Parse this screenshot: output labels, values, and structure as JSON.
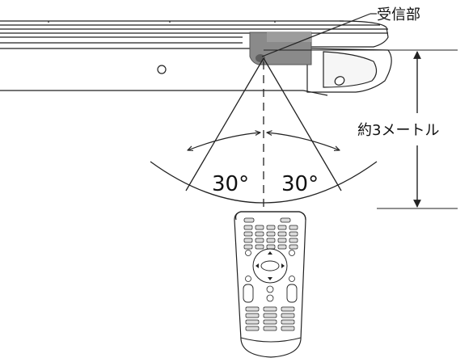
{
  "labels": {
    "receiver": "受信部",
    "distance": "約3メートル",
    "angle_left": "30°",
    "angle_right": "30°"
  },
  "colors": {
    "line": "#222222",
    "sensor_fill": "#8a8a8a",
    "remote_body": "#ffffff",
    "remote_button": "#dcdcdc"
  },
  "icons": {
    "receiver_pointer": "leader-line",
    "distance_arrow": "double-arrow-vertical",
    "angle_arrows": "curved-angle-arrow"
  }
}
